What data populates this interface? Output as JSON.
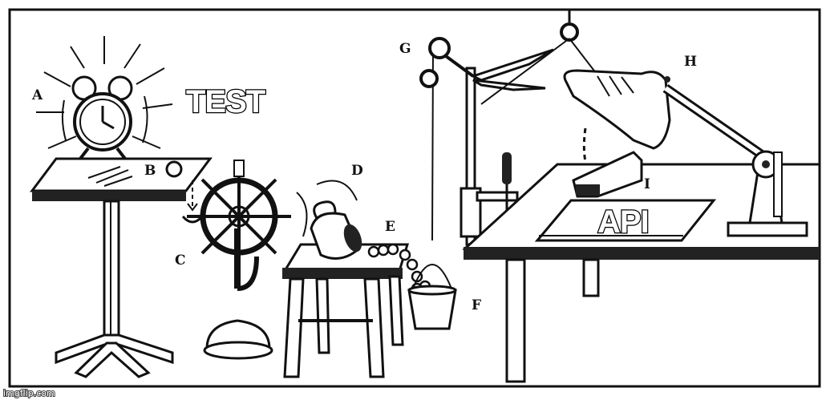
{
  "caption": {
    "top": "TEST",
    "stapler": "API"
  },
  "labels": {
    "a": "A",
    "b": "B",
    "c": "C",
    "d": "D",
    "e": "E",
    "f": "F",
    "g": "G",
    "h": "H",
    "i": "I"
  },
  "watermark": "imgflip.com"
}
